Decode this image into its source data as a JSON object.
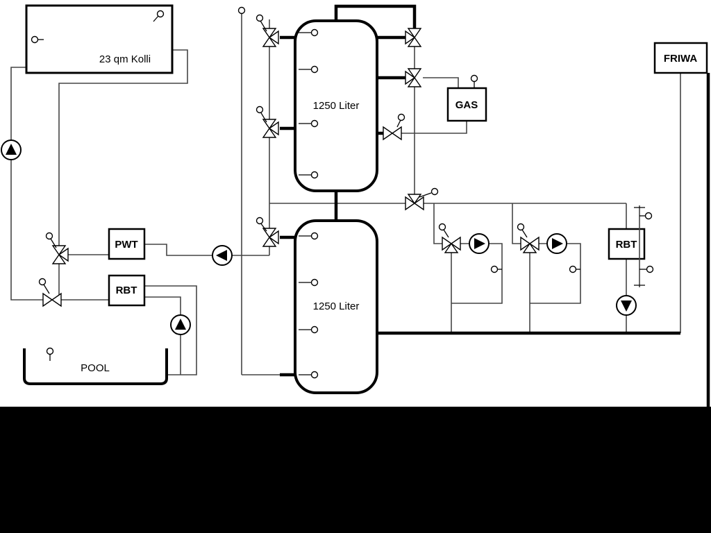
{
  "diagram": {
    "collector": {
      "label": "23 qm Kolli"
    },
    "tank_top": {
      "label": "1250 Liter"
    },
    "tank_bottom": {
      "label": "1250 Liter"
    },
    "boiler": {
      "label": "GAS"
    },
    "friwa": {
      "label": "FRIWA"
    },
    "pwt": {
      "label": "PWT"
    },
    "rbt_pool": {
      "label": "RBT"
    },
    "rbt_right": {
      "label": "RBT"
    },
    "pool": {
      "label": "POOL"
    }
  },
  "symbols": {
    "pump": "circle-with-filled-triangle",
    "valve": "bowtie-triangles",
    "three_way_valve": "bowtie-with-third-triangle",
    "sensor": "small-circle-with-stem"
  },
  "colors": {
    "pipe": "#454545",
    "outline": "#000000",
    "background": "#ffffff",
    "letterbox": "#000000"
  }
}
